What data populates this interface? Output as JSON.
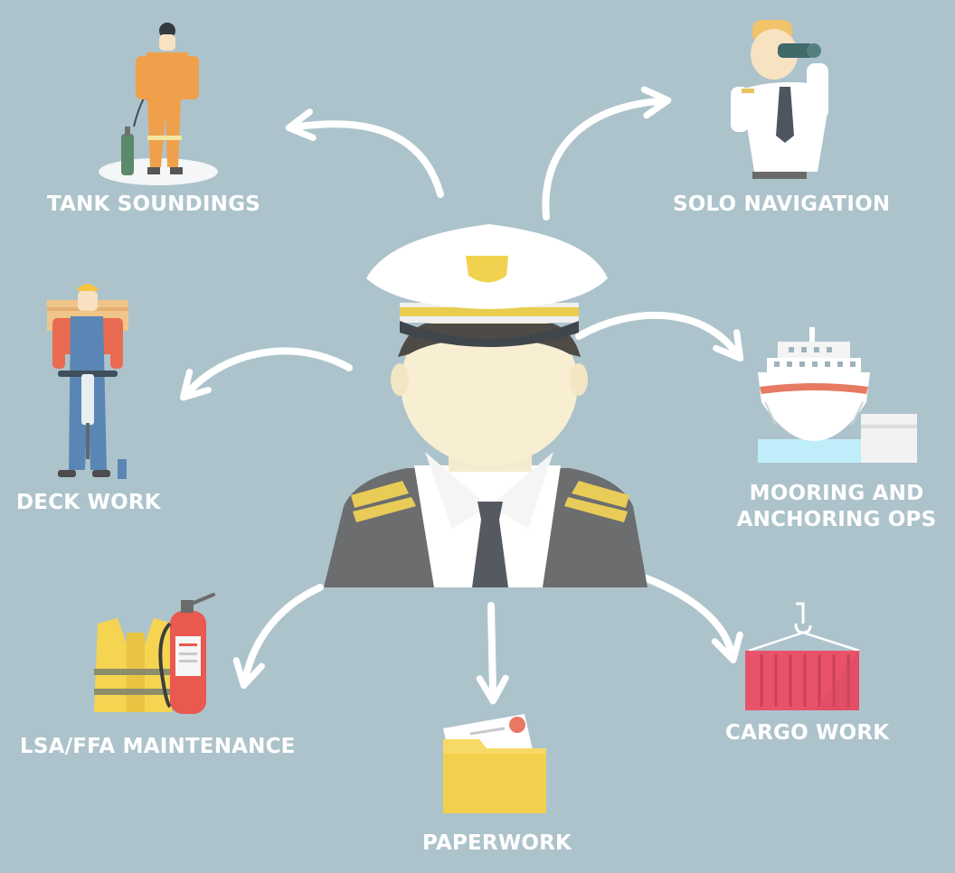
{
  "diagram": {
    "background": "#adc3cb",
    "center": {
      "icon": "ship-officer-icon"
    },
    "duties": [
      {
        "id": "tank-soundings",
        "label": "TANK SOUNDINGS",
        "icon": "sounding-worker-icon"
      },
      {
        "id": "solo-navigation",
        "label": "SOLO NAVIGATION",
        "icon": "binoculars-officer-icon"
      },
      {
        "id": "deck-work",
        "label": "DECK WORK",
        "icon": "deck-worker-icon"
      },
      {
        "id": "mooring-anchoring",
        "label_lines": [
          "MOORING AND",
          "ANCHORING OPS"
        ],
        "icon": "ship-berthed-icon"
      },
      {
        "id": "lsa-ffa",
        "label": "LSA/FFA MAINTENANCE",
        "icon": "lifejacket-extinguisher-icon"
      },
      {
        "id": "paperwork",
        "label": "PAPERWORK",
        "icon": "folder-icon"
      },
      {
        "id": "cargo-work",
        "label": "CARGO WORK",
        "icon": "container-icon"
      }
    ]
  }
}
